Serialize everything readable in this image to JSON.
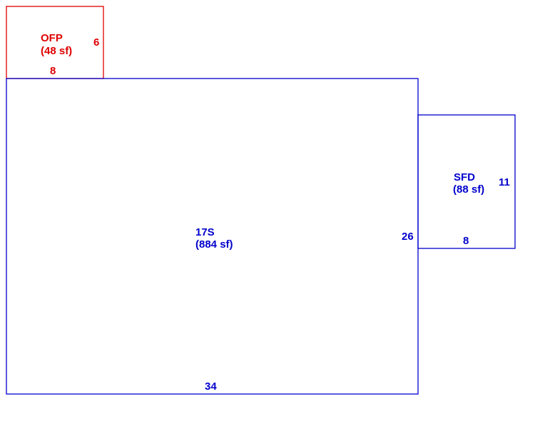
{
  "colors": {
    "porch": "#e00000",
    "building": "#0000cc",
    "background": "#ffffff"
  },
  "areas": [
    {
      "id": "ofp",
      "code": "OFP",
      "area": "(48 sf)",
      "width": "8",
      "depth": "6",
      "color": "#e00000"
    },
    {
      "id": "main",
      "code": "17S",
      "area": "(884 sf)",
      "width": "34",
      "depth": "26",
      "color": "#0000cc"
    },
    {
      "id": "sfd",
      "code": "SFD",
      "area": "(88 sf)",
      "width": "8",
      "depth": "11",
      "color": "#0000cc"
    }
  ]
}
